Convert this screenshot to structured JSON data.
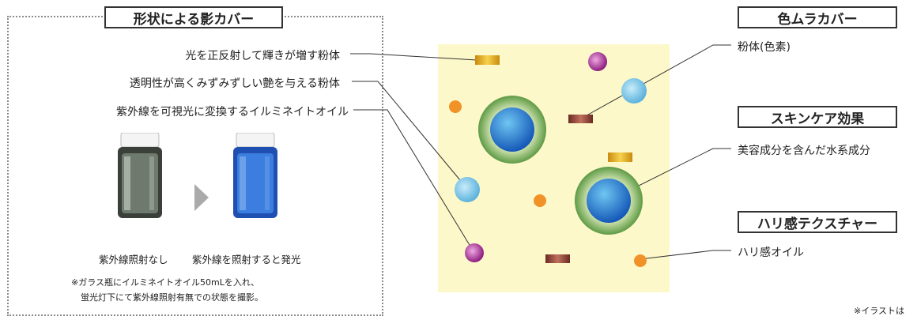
{
  "left": {
    "title": "形状による影カバー",
    "labels": [
      "光を正反射して輝きが増す粉体",
      "透明性が高くみずみずしい艶を与える粉体",
      "紫外線を可視光に変換するイルミネイトオイル"
    ],
    "caption_before": "紫外線照射なし",
    "caption_after": "紫外線を照射すると発光",
    "note_line1": "※ガラス瓶にイルミネイトオイル50mLを入れ、",
    "note_line2": "蛍光灯下にて紫外線照射有無での状態を撮影。"
  },
  "right": {
    "sections": [
      {
        "title": "色ムラカバー",
        "desc": "粉体(色素)"
      },
      {
        "title": "スキンケア効果",
        "desc": "美容成分を含んだ水系成分"
      },
      {
        "title": "ハリ感テクスチャー",
        "desc": "ハリ感オイル"
      }
    ],
    "footnote": "※イラストは"
  },
  "colors": {
    "panel_bg": "#fdf8c9",
    "gold_flake": "#e0a81e",
    "pigment_flake": "#8b3c32",
    "magenta_sphere": "#b03a9c",
    "lightblue_sphere": "#7cc4e6",
    "orange_dot": "#f09228",
    "water_droplet_core": "#1f6fc8",
    "water_droplet_ring": "#77ad5a"
  }
}
